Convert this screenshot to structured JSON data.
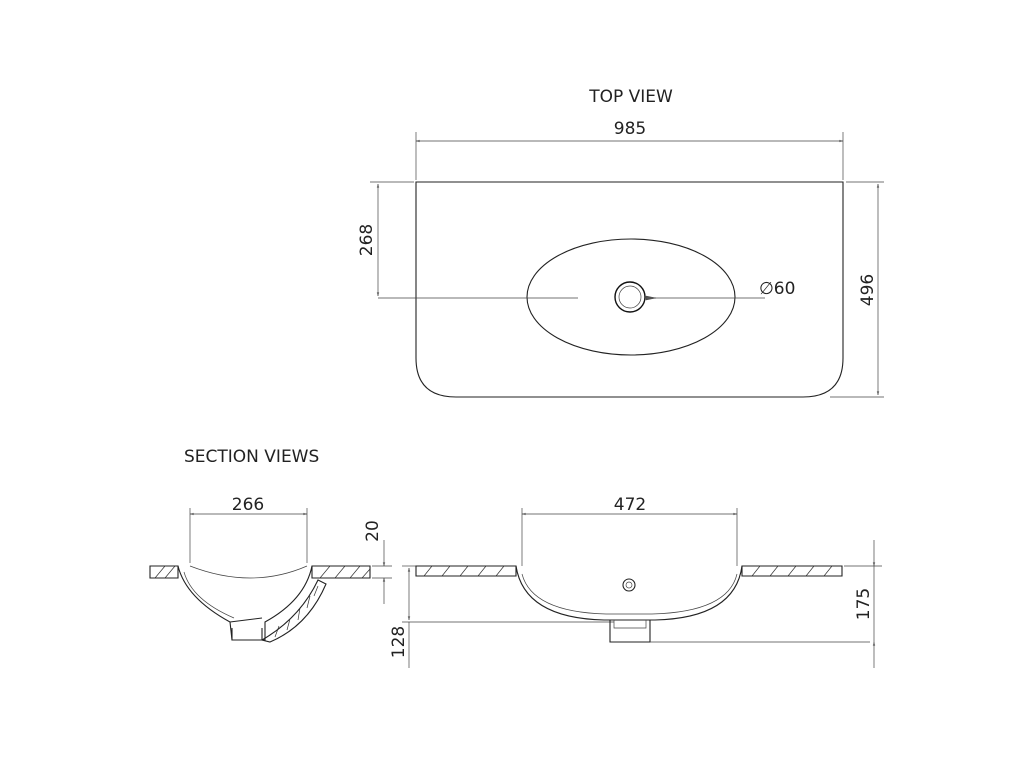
{
  "labels": {
    "top_view": "TOP VIEW",
    "section_views": "SECTION VIEWS"
  },
  "dimensions": {
    "overall_width": "985",
    "overall_depth": "496",
    "bowl_offset": "268",
    "waste_diameter": "∅60",
    "side_bowl_width": "266",
    "front_bowl_width": "472",
    "top_thickness": "20",
    "overall_height": "175",
    "bowl_depth": "128"
  },
  "colors": {
    "line": "#222222",
    "background": "#ffffff"
  }
}
